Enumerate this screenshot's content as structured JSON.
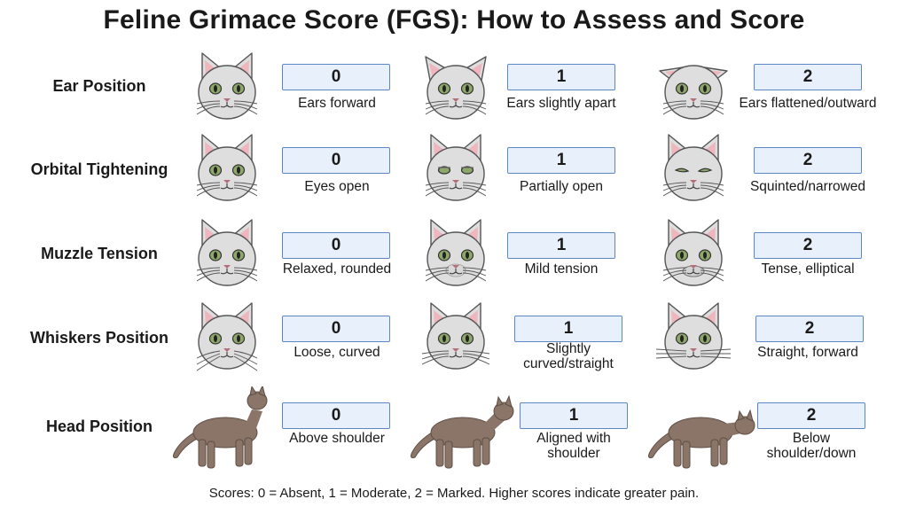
{
  "title": "Feline Grimace Score (FGS): How to Assess and Score",
  "rows": [
    {
      "label": "Ear Position",
      "variant": "ears",
      "cells": [
        {
          "score": "0",
          "desc": "Ears forward"
        },
        {
          "score": "1",
          "desc": "Ears slightly apart"
        },
        {
          "score": "2",
          "desc": "Ears flattened/outward"
        }
      ]
    },
    {
      "label": "Orbital Tightening",
      "variant": "eyes",
      "cells": [
        {
          "score": "0",
          "desc": "Eyes open"
        },
        {
          "score": "1",
          "desc": "Partially open"
        },
        {
          "score": "2",
          "desc": "Squinted/narrowed"
        }
      ]
    },
    {
      "label": "Muzzle Tension",
      "variant": "muzzle",
      "cells": [
        {
          "score": "0",
          "desc": "Relaxed, rounded"
        },
        {
          "score": "1",
          "desc": "Mild tension"
        },
        {
          "score": "2",
          "desc": "Tense, elliptical"
        }
      ]
    },
    {
      "label": "Whiskers Position",
      "variant": "whiskers",
      "cells": [
        {
          "score": "0",
          "desc": "Loose, curved"
        },
        {
          "score": "1",
          "desc": "Slightly curved/straight"
        },
        {
          "score": "2",
          "desc": "Straight, forward"
        }
      ]
    },
    {
      "label": "Head Position",
      "variant": "body",
      "cells": [
        {
          "score": "0",
          "desc": "Above shoulder"
        },
        {
          "score": "1",
          "desc": "Aligned with shoulder"
        },
        {
          "score": "2",
          "desc": "Below shoulder/down"
        }
      ]
    }
  ],
  "footer": "Scores: 0 = Absent, 1 = Moderate, 2 = Marked. Higher scores indicate greater pain.",
  "icons": {
    "face": "cat-face-icon",
    "body": "cat-body-icon"
  },
  "colors": {
    "box_fill": "#e8f0fb",
    "box_border": "#5b87c4",
    "fur": "#dedede",
    "ear_inner": "#efb7bd",
    "eye": "#8ea86a",
    "body_fur": "#8a7568"
  }
}
